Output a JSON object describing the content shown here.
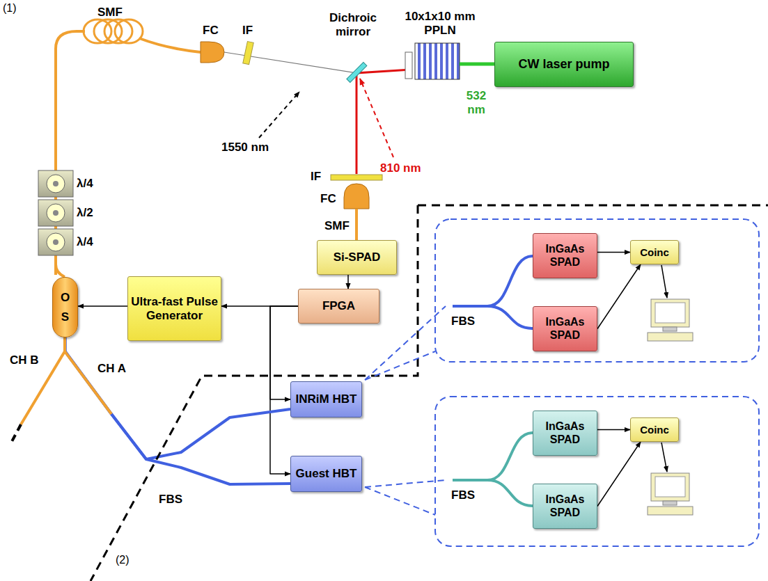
{
  "diagram": {
    "nodes": [
      {
        "text": [
          "CW laser pump"
        ]
      },
      {
        "text": [
          "Si-SPAD"
        ]
      },
      {
        "text": [
          "FPGA"
        ]
      },
      {
        "text": [
          "Ultra-fast Pulse Generator"
        ]
      },
      {
        "text": [
          "O S"
        ]
      },
      {
        "text": [
          "INRiM HBT"
        ]
      },
      {
        "text": [
          "Guest HBT"
        ]
      },
      {
        "text": [
          "InGaAs SPAD"
        ]
      },
      {
        "text": [
          "InGaAs SPAD"
        ]
      },
      {
        "text": [
          "Coinc"
        ]
      },
      {
        "text": [
          "InGaAs SPAD"
        ]
      },
      {
        "text": [
          "InGaAs SPAD"
        ]
      },
      {
        "text": [
          "Coinc"
        ]
      }
    ],
    "edges": [
      {
        "from": 1,
        "to": 2,
        "arrow": "to"
      },
      {
        "from": 2,
        "to": 3,
        "arrow": "to"
      },
      {
        "from": 2,
        "to": 5,
        "arrow": "to"
      },
      {
        "from": 2,
        "to": 6,
        "arrow": "to"
      },
      {
        "from": 3,
        "to": 4,
        "arrow": "to"
      },
      {
        "from": 4,
        "to": 5,
        "arrow": "none"
      },
      {
        "from": 4,
        "to": 6,
        "arrow": "none"
      },
      {
        "from": 7,
        "to": 9,
        "arrow": "to"
      },
      {
        "from": 8,
        "to": 9,
        "arrow": "to"
      },
      {
        "from": 10,
        "to": 12,
        "arrow": "to"
      },
      {
        "from": 11,
        "to": 12,
        "arrow": "to"
      }
    ],
    "labels": [
      "(1)",
      "SMF",
      "FC",
      "IF",
      "Dichroic mirror",
      "10x1x10 mm PPLN",
      "532 nm",
      "1550 nm",
      "810 nm",
      "IF",
      "FC",
      "SMF",
      "λ/4",
      "λ/2",
      "λ/4",
      "CH B",
      "CH A",
      "FBS",
      "FBS",
      "FBS",
      "(2)"
    ]
  }
}
